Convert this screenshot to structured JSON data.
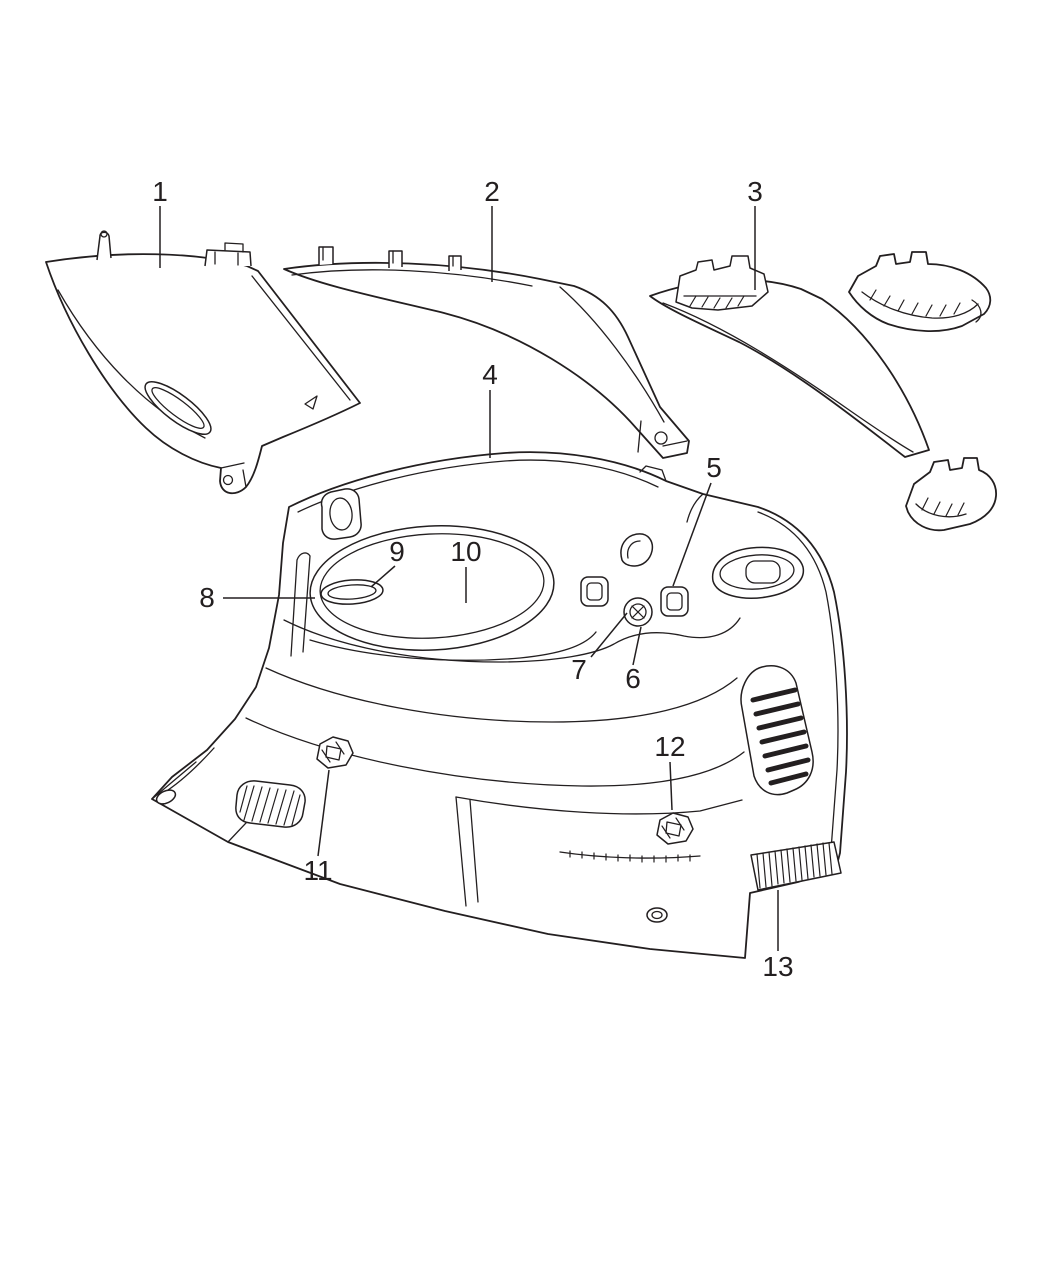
{
  "colors": {
    "background": "#ffffff",
    "line": "#231f20",
    "label": "#231f20"
  },
  "callouts": [
    {
      "label": "1"
    },
    {
      "label": "2"
    },
    {
      "label": "3"
    },
    {
      "label": "4"
    },
    {
      "label": "5"
    },
    {
      "label": "6"
    },
    {
      "label": "7"
    },
    {
      "label": "8"
    },
    {
      "label": "9"
    },
    {
      "label": "10"
    },
    {
      "label": "11"
    },
    {
      "label": "12"
    },
    {
      "label": "13"
    }
  ]
}
